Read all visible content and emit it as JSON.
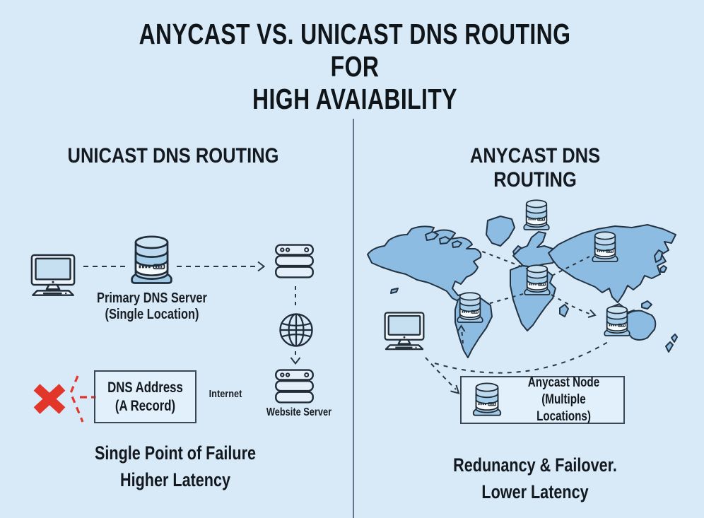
{
  "title": {
    "line1": "ANYCAST VS. UNICAST DNS ROUTING FOR",
    "line2": "HIGH AVAIABILITY"
  },
  "left_panel": {
    "header": "UNICAST DNS ROUTING",
    "primary_dns_line1": "Primary DNS Server",
    "primary_dns_line2": "(Single Location)",
    "dns_box_line1": "DNS Address",
    "dns_box_line2": "(A Record)",
    "internet_label": "Internet",
    "website_server_label": "Website Server",
    "summary_line1": "Single Point of Failure",
    "summary_line2": "Higher Latency"
  },
  "right_panel": {
    "header": "ANYCAST DNS ROUTING",
    "anycast_box_line1": "Anycast Node",
    "anycast_box_line2": "(Multiple Locations)",
    "summary_line1": "Redunancy & Failover.",
    "summary_line2": "Lower Latency"
  },
  "icons": {
    "client_computer": "desktop-monitor-with-keyboard",
    "dns_database": "database-cylinder",
    "web_server": "server-stack",
    "internet_globe": "globe-wireframe",
    "failure_x": "red-x-mark",
    "anycast_node_db": "database-cylinder",
    "world_map": "world-map-continents"
  },
  "colors": {
    "background": "#d8eaf7",
    "text": "#12181e",
    "outline": "#202c38",
    "map_fill": "#8cbce2",
    "icon_fill": "#bcd9ef",
    "error_red": "#e3362b",
    "divider": "#64748b"
  }
}
